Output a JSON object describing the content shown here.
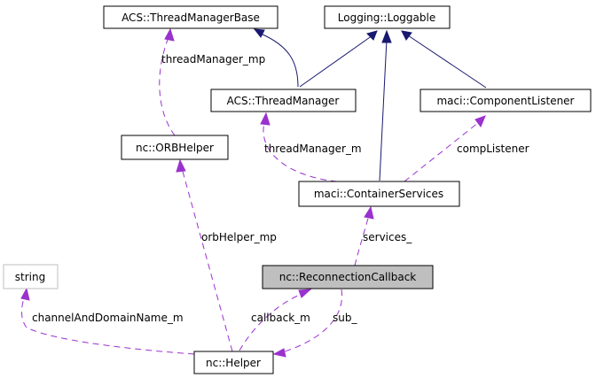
{
  "nodes": {
    "thread_manager_base": "ACS::ThreadManagerBase",
    "loggable": "Logging::Loggable",
    "thread_manager": "ACS::ThreadManager",
    "component_listener": "maci::ComponentListener",
    "orb_helper": "nc::ORBHelper",
    "container_services": "maci::ContainerServices",
    "string": "string",
    "reconnection_callback": "nc::ReconnectionCallback",
    "helper": "nc::Helper"
  },
  "edge_labels": {
    "thread_manager_mp": "threadManager_mp",
    "thread_manager_m": "threadManager_m",
    "comp_listener": "compListener",
    "orb_helper_mp": "orbHelper_mp",
    "services": "services_",
    "channel_and_domain_name_m": "channelAndDomainName_m",
    "callback_m": "callback_m",
    "sub": "sub_"
  },
  "colors": {
    "inheritance": "#191970",
    "usage": "#9a32cd",
    "highlight_fill": "#bfbfbf",
    "gray_border": "#bfbfbf"
  }
}
